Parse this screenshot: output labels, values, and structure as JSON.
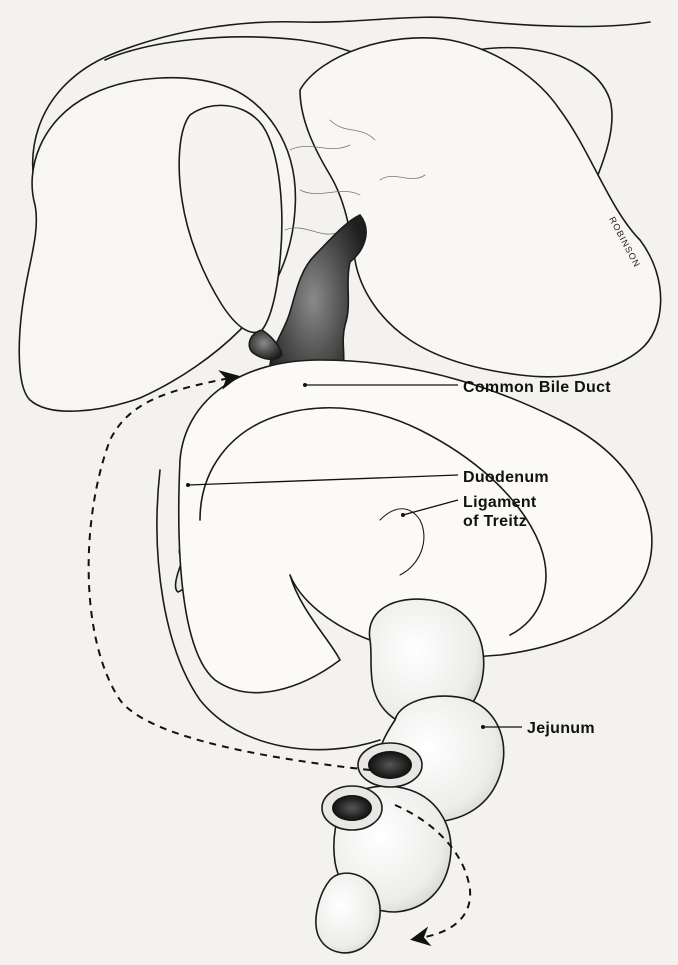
{
  "labels": {
    "common_bile_duct": "Common Bile Duct",
    "duodenum": "Duodenum",
    "ligament_line1": "Ligament",
    "ligament_line2": "of Treitz",
    "jejunum": "Jejunum"
  },
  "signature": "ROBINSON",
  "colors": {
    "background": "#f3f2ef",
    "ink": "#1b1b1b",
    "shadow": "#3a3a3a"
  }
}
